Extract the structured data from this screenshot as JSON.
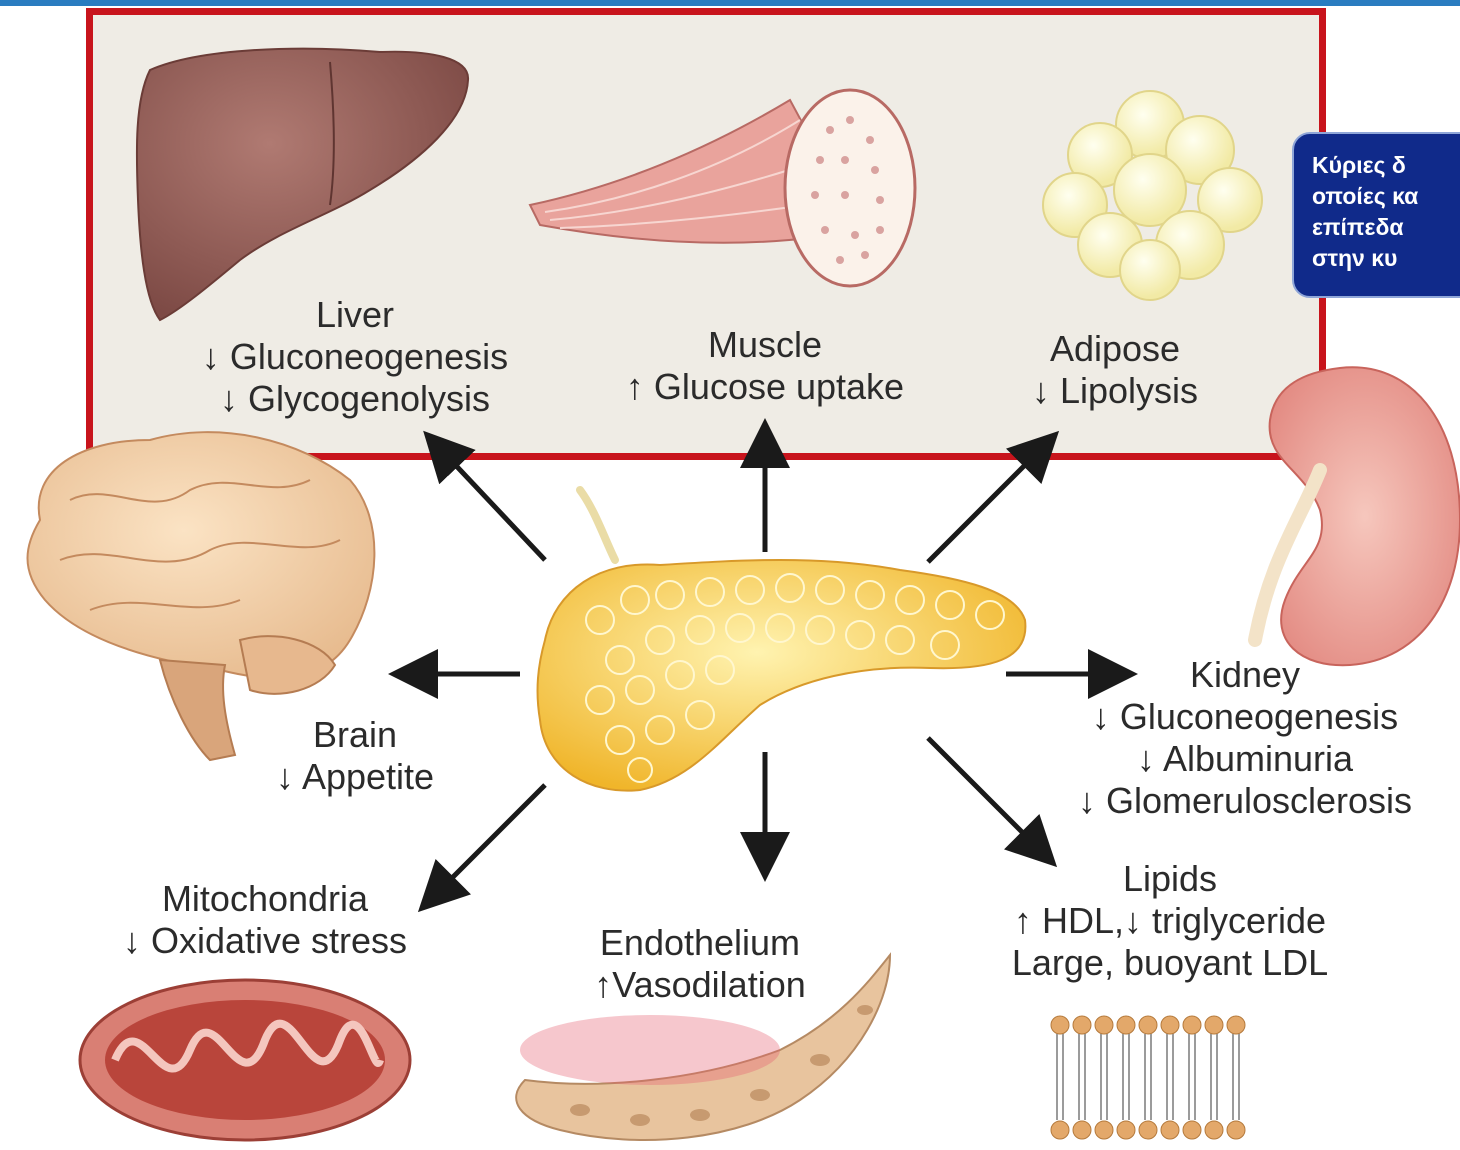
{
  "callout": {
    "lines": [
      "Κύριες δ",
      "οποίες κα",
      "επίπεδα",
      "στην κυ"
    ]
  },
  "organs": {
    "liver": {
      "title": "Liver",
      "effects": [
        "↓ Gluconeogenesis",
        "↓ Glycogenolysis"
      ]
    },
    "muscle": {
      "title": "Muscle",
      "effects": [
        "↑ Glucose uptake"
      ]
    },
    "adipose": {
      "title": "Adipose",
      "effects": [
        "↓ Lipolysis"
      ]
    },
    "brain": {
      "title": "Brain",
      "effects": [
        "↓ Appetite"
      ]
    },
    "kidney": {
      "title": "Kidney",
      "effects": [
        "↓ Gluconeogenesis",
        "↓ Albuminuria",
        "↓ Glomerulosclerosis"
      ]
    },
    "mitochondria": {
      "title": "Mitochondria",
      "effects": [
        "↓ Oxidative stress"
      ]
    },
    "endothelium": {
      "title": "Endothelium",
      "effects": [
        "↑Vasodilation"
      ]
    },
    "lipids": {
      "title": "Lipids",
      "effects": [
        "↑ HDL,↓ triglyceride",
        "Large, buoyant LDL"
      ]
    }
  },
  "colors": {
    "highlight_border": "#c8141c",
    "callout_background": "#102a8a",
    "arrow": "#1a1a1a"
  }
}
